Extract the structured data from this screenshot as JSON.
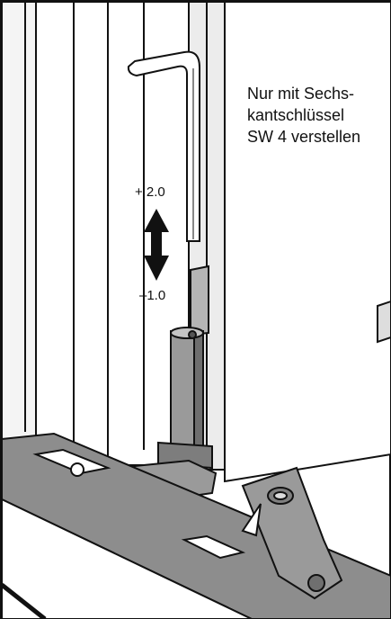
{
  "instruction_note": "Nur mit Sechs-\nkantschlüssel\nSW 4 verstellen",
  "adjustment": {
    "up_label": "+ 2.0",
    "down_label": "–1.0"
  },
  "icons": [
    "hex-key-icon",
    "up-down-arrow-icon"
  ],
  "colors": {
    "line": "#111111",
    "metal_light": "#9a9a9a",
    "metal_dark": "#6e6e6e",
    "frame_shadow": "#d9d9d9"
  }
}
